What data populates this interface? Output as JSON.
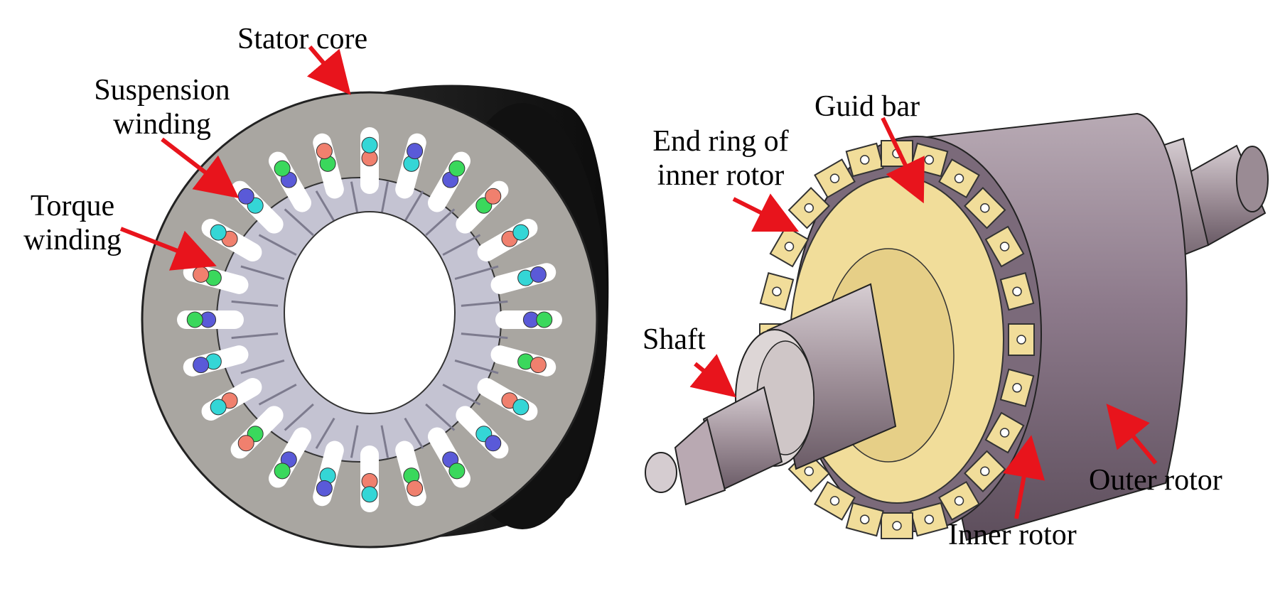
{
  "labels": {
    "stator_core": "Stator core",
    "suspension_winding": [
      "Suspension",
      "winding"
    ],
    "torque_winding": [
      "Torque",
      "winding"
    ],
    "guid_bar": "Guid bar",
    "end_ring": [
      "End ring of",
      "inner rotor"
    ],
    "shaft": "Shaft",
    "outer_rotor": "Outer rotor",
    "inner_rotor": "Inner rotor"
  },
  "colors": {
    "arrow": "#e8141c",
    "stator_face": "#a9a6a1",
    "stator_back": "#161616",
    "torque_coil_red": "#f0806e",
    "torque_coil_cyan": "#34d6d6",
    "torque_coil_blue": "#5a5ad8",
    "torque_coil_green": "#3ad85c",
    "rotor_body": "#8f7c8e",
    "end_ring": "#f1dd9a",
    "shaft": "#a89aa2"
  },
  "stator": {
    "slot_count": 24
  },
  "rotor": {
    "bar_count": 24
  }
}
